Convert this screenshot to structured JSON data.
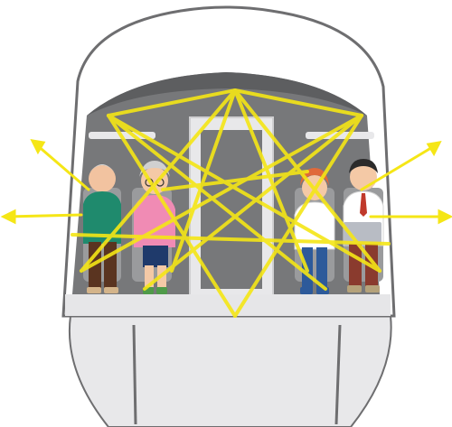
{
  "illustration": {
    "subject": "train-cabin-cross-section",
    "colors": {
      "background": "#ffffff",
      "hull_outline": "#6e6e70",
      "hull_fill": "#ffffff",
      "cabin_interior": "#77787a",
      "cabin_shadow": "#5d5e60",
      "seat": "#9a9b9d",
      "floor": "#e6e6e8",
      "underbody": "#e8e8ea",
      "ray": "#f5e616",
      "ray_core": "#fff36a"
    },
    "passengers": [
      {
        "role": "elderly-man",
        "shirt": "#1f8a6d",
        "pants": "#5a3420"
      },
      {
        "role": "elderly-woman",
        "shirt": "#f08bb4",
        "pants": "#1f3a6b"
      },
      {
        "role": "young-woman",
        "shirt": "#ffffff",
        "pants": "#2d5a9a"
      },
      {
        "role": "young-man",
        "shirt": "#ffffff",
        "pants": "#8a3b2e"
      }
    ]
  }
}
